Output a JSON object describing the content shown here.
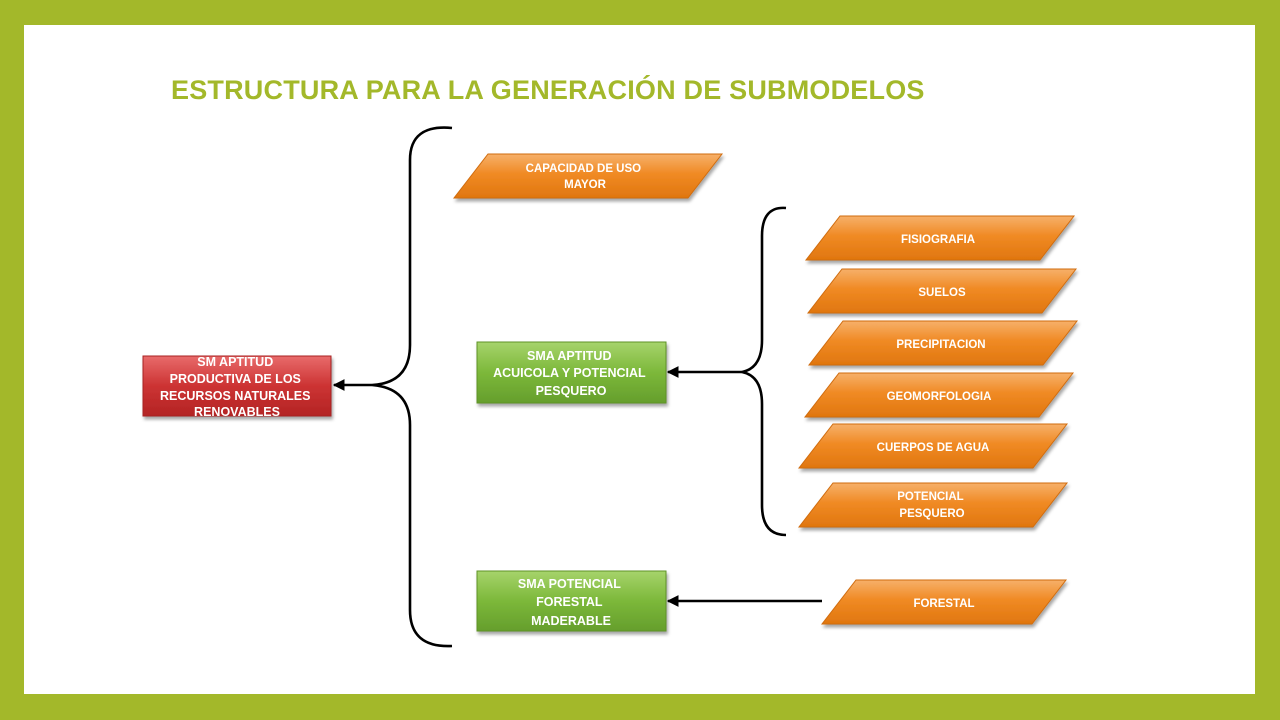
{
  "title": "ESTRUCTURA PARA LA GENERACIÓN DE SUBMODELOS",
  "root": {
    "lines": [
      "SM APTITUD",
      "PRODUCTIVA DE LOS",
      "RECURSOS NATURALES",
      "RENOVABLES"
    ]
  },
  "capacidad": {
    "lines": [
      "CAPACIDAD DE USO",
      "MAYOR"
    ]
  },
  "acuicola": {
    "lines": [
      "SMA APTITUD",
      "ACUICOLA  Y POTENCIAL",
      "PESQUERO"
    ]
  },
  "forestal_model": {
    "lines": [
      "SMA POTENCIAL",
      "FORESTAL",
      "MADERABLE"
    ]
  },
  "inputs_acuicola": [
    {
      "lines": [
        "FISIOGRAFIA"
      ]
    },
    {
      "lines": [
        "SUELOS"
      ]
    },
    {
      "lines": [
        "PRECIPITACION"
      ]
    },
    {
      "lines": [
        "GEOMORFOLOGIA"
      ]
    },
    {
      "lines": [
        "CUERPOS DE AGUA"
      ]
    },
    {
      "lines": [
        "POTENCIAL",
        "PESQUERO"
      ]
    }
  ],
  "input_forestal": {
    "lines": [
      "FORESTAL"
    ]
  },
  "colors": {
    "frame": "#a3b82a",
    "title": "#a3b82a",
    "root_fill": "#cc3333",
    "model_fill": "#7cb83a",
    "input_fill": "#f08a24",
    "connector": "#000000",
    "label_text": "#ffffff"
  }
}
